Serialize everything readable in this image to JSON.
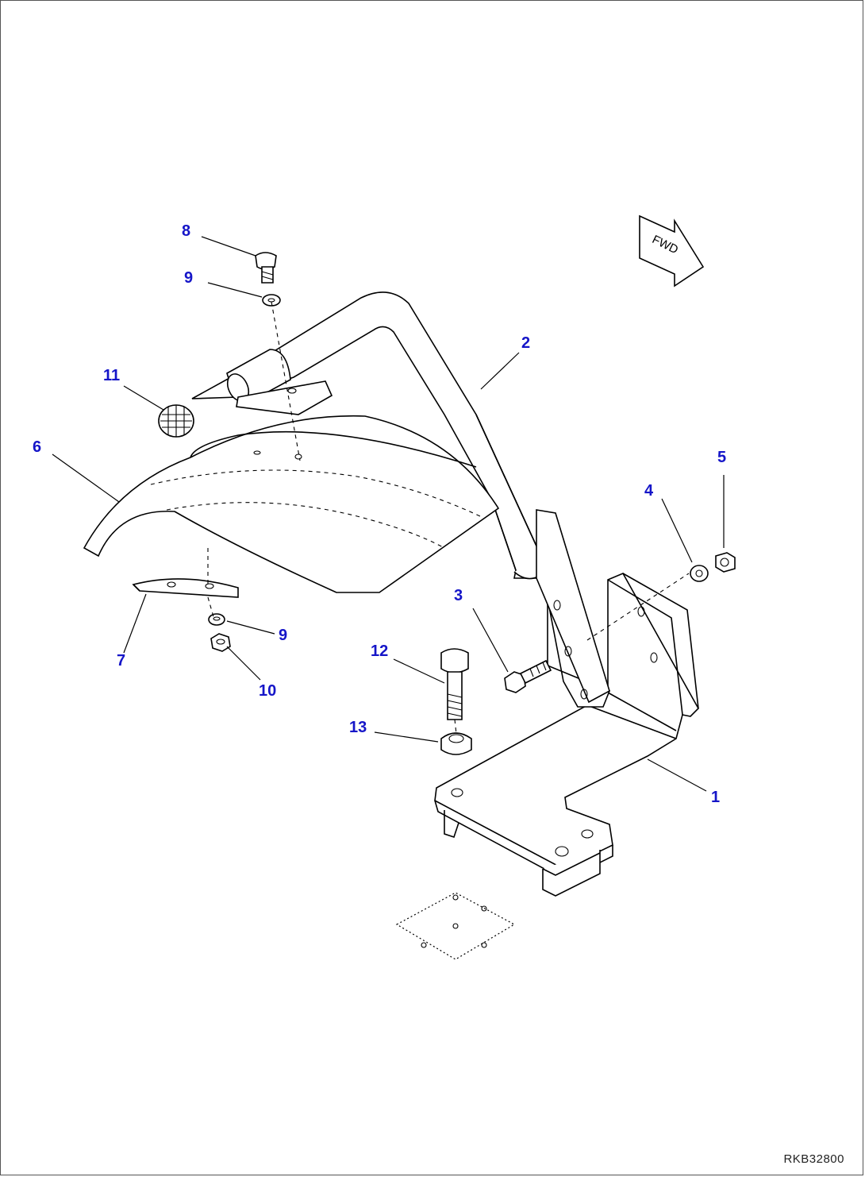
{
  "drawing_code": "RKB32800",
  "direction_label": "FWD",
  "callouts": {
    "c1": "1",
    "c2": "2",
    "c3": "3",
    "c4": "4",
    "c5": "5",
    "c6": "6",
    "c7": "7",
    "c8": "8",
    "c9a": "9",
    "c9b": "9",
    "c10": "10",
    "c11": "11",
    "c12": "12",
    "c13": "13"
  }
}
